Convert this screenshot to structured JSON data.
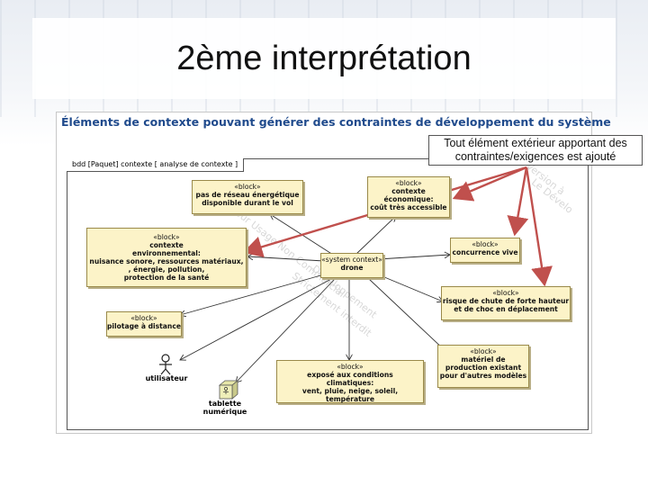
{
  "slide": {
    "title": "2ème interprétation",
    "subtitle": "Éléments de contexte pouvant générer des contraintes de développement du système",
    "callout": "Tout élément extérieur apportant des contraintes/exigences est ajouté"
  },
  "diagram": {
    "frame_label": "bdd [Paquet] contexte [ analyse de contexte ]",
    "watermarks": [
      "Version à",
      "Le Dévelo",
      "Pour Usage Non Commercial",
      "Strictement interdit",
      "Développement"
    ],
    "center": {
      "stereotype": "«system context»",
      "name": "drone"
    },
    "blocks": {
      "energy": {
        "stereotype": "«block»",
        "name": "pas de réseau énergétique\ndisponible durant le vol"
      },
      "economic": {
        "stereotype": "«block»",
        "name": "contexte\néconomique:\ncoût très accessible"
      },
      "environment": {
        "stereotype": "«block»",
        "name": "contexte\nenvironnemental:\nnuisance sonore, ressources matériaux,\n, énergie, pollution,\nprotection de la santé"
      },
      "competition": {
        "stereotype": "«block»",
        "name": "concurrence vive"
      },
      "fall": {
        "stereotype": "«block»",
        "name": "risque de chute de forte hauteur\net de choc en déplacement"
      },
      "remote": {
        "stereotype": "«block»",
        "name": "pilotage à distance"
      },
      "hardware": {
        "stereotype": "«block»",
        "name": "matériel de\nproduction existant\npour d'autres modèles"
      },
      "weather": {
        "stereotype": "«block»",
        "name": "exposé aux conditions\nclimatiques:\nvent, pluie, neige, soleil, température"
      }
    },
    "actors": {
      "user": "utilisateur",
      "tablet": "tablette\nnumérique"
    }
  },
  "colors": {
    "block_fill": "#fcf3c8",
    "arrow": "#c0504d",
    "subtitle": "#1f4a8c"
  }
}
